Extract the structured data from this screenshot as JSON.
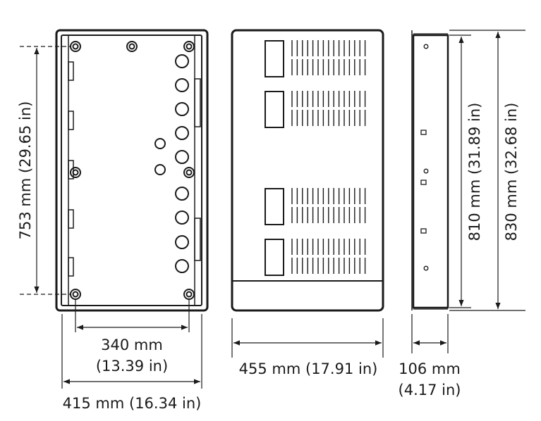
{
  "labels": {
    "height_753": "753 mm (29.65 in)",
    "width_340": "340 mm",
    "width_340_in": "(13.39 in)",
    "width_415": "415 mm (16.34 in)",
    "width_455": "455 mm (17.91 in)",
    "depth_106": "106 mm",
    "depth_106_in": "(4.17 in)",
    "height_810": "810 mm (31.89 in)",
    "height_830": "830 mm (32.68 in)"
  },
  "colors": {
    "stroke": "#1a1a1a",
    "background": "#ffffff"
  }
}
